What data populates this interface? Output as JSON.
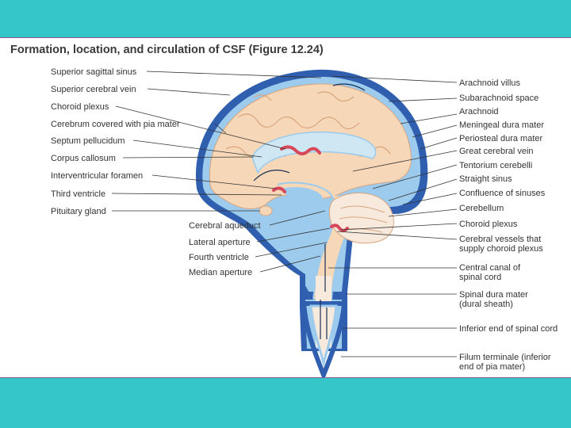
{
  "title": "Formation, location, and circulation of CSF (Figure 12.24)",
  "labels_left": [
    "Superior sagittal sinus",
    "Superior cerebral vein",
    "Choroid plexus",
    "Cerebrum covered with pia mater",
    "Septum pellucidum",
    "Corpus callosum",
    "Interventricular foramen",
    "Third ventricle",
    "Pituitary gland"
  ],
  "labels_center": [
    "Cerebral aqueduct",
    "Lateral aperture",
    "Fourth ventricle",
    "Median aperture"
  ],
  "labels_right": [
    "Arachnoid villus",
    "Subarachnoid space",
    "Arachnoid",
    "Meningeal dura mater",
    "Periosteal dura mater",
    "Great cerebral vein",
    "Tentorium cerebelli",
    "Straight sinus",
    "Confluence of sinuses",
    "Cerebellum",
    "Choroid plexus"
  ],
  "labels_right_multi": [
    {
      "l1": "Cerebral vessels that",
      "l2": "supply choroid plexus"
    },
    {
      "l1": "Central canal of",
      "l2": "spinal cord"
    },
    {
      "l1": "Spinal dura mater",
      "l2": "(dural sheath)"
    },
    {
      "l1": "Inferior end of spinal cord",
      "l2": ""
    },
    {
      "l1": "Filum terminale (inferior",
      "l2": "end of pia mater)"
    }
  ],
  "colors": {
    "background": "#35c6c9",
    "dura": "#2f5fae",
    "csf": "#8fc6ee",
    "brain": "#f6d7b7",
    "choroid": "#d6485a"
  }
}
